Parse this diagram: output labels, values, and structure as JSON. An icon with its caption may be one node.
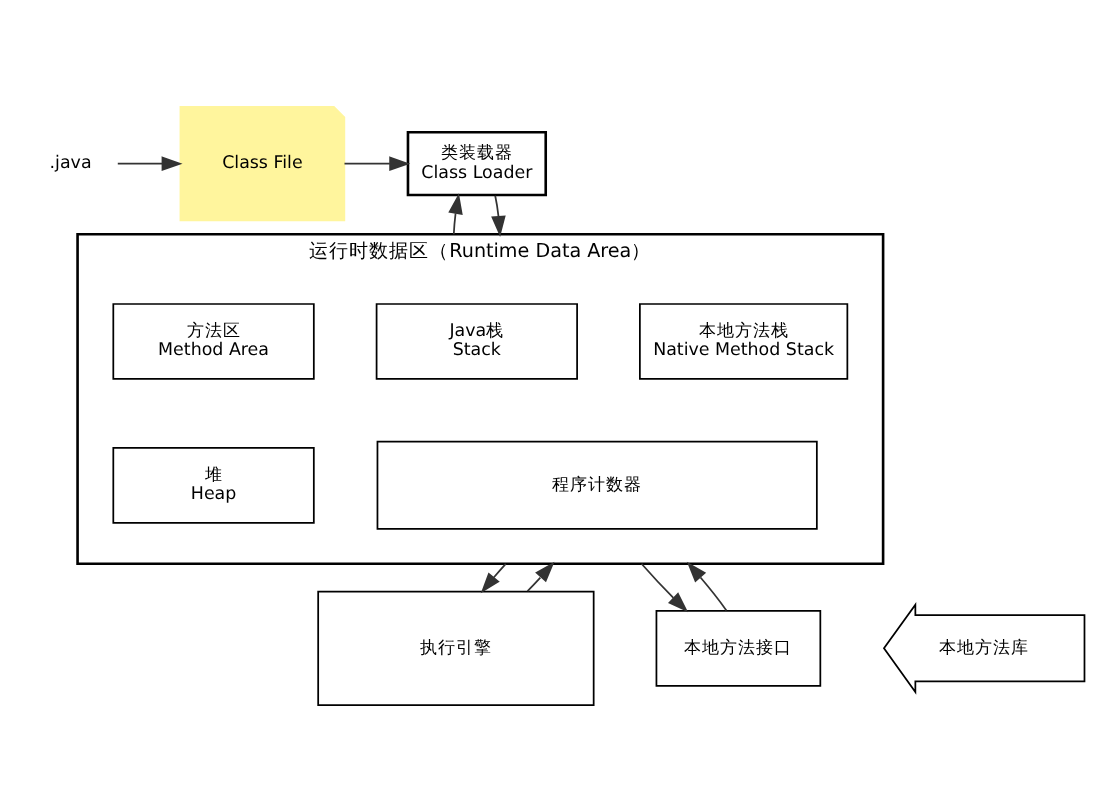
{
  "diagram": {
    "nodes": [
      {
        "text": [
          ".java"
        ]
      },
      {
        "text": [
          "Class File"
        ]
      },
      {
        "text": [
          "类装载器",
          "Class Loader"
        ]
      },
      {
        "text": [
          "运行时数据区（Runtime Data Area）"
        ]
      },
      {
        "text": [
          "方法区",
          "Method Area"
        ],
        "in": 3
      },
      {
        "text": [
          "Java栈",
          "Stack"
        ],
        "in": 3
      },
      {
        "text": [
          "本地方法栈",
          "Native Method Stack"
        ],
        "in": 3
      },
      {
        "text": [
          "堆",
          "Heap"
        ],
        "in": 3
      },
      {
        "text": [
          "程序计数器"
        ],
        "in": 3
      },
      {
        "text": [
          "执行引擎"
        ]
      },
      {
        "text": [
          "本地方法接口"
        ]
      },
      {
        "text": [
          "本地方法库"
        ]
      }
    ],
    "edges": [
      {
        "from": 0,
        "to": 1,
        "arrow": "to"
      },
      {
        "from": 1,
        "to": 2,
        "arrow": "to"
      },
      {
        "from": 3,
        "to": 2,
        "arrow": "to"
      },
      {
        "from": 2,
        "to": 3,
        "arrow": "to"
      },
      {
        "from": 3,
        "to": 9,
        "arrow": "to"
      },
      {
        "from": 9,
        "to": 3,
        "arrow": "to"
      },
      {
        "from": 3,
        "to": 10,
        "arrow": "to"
      },
      {
        "from": 10,
        "to": 3,
        "arrow": "to"
      }
    ]
  }
}
